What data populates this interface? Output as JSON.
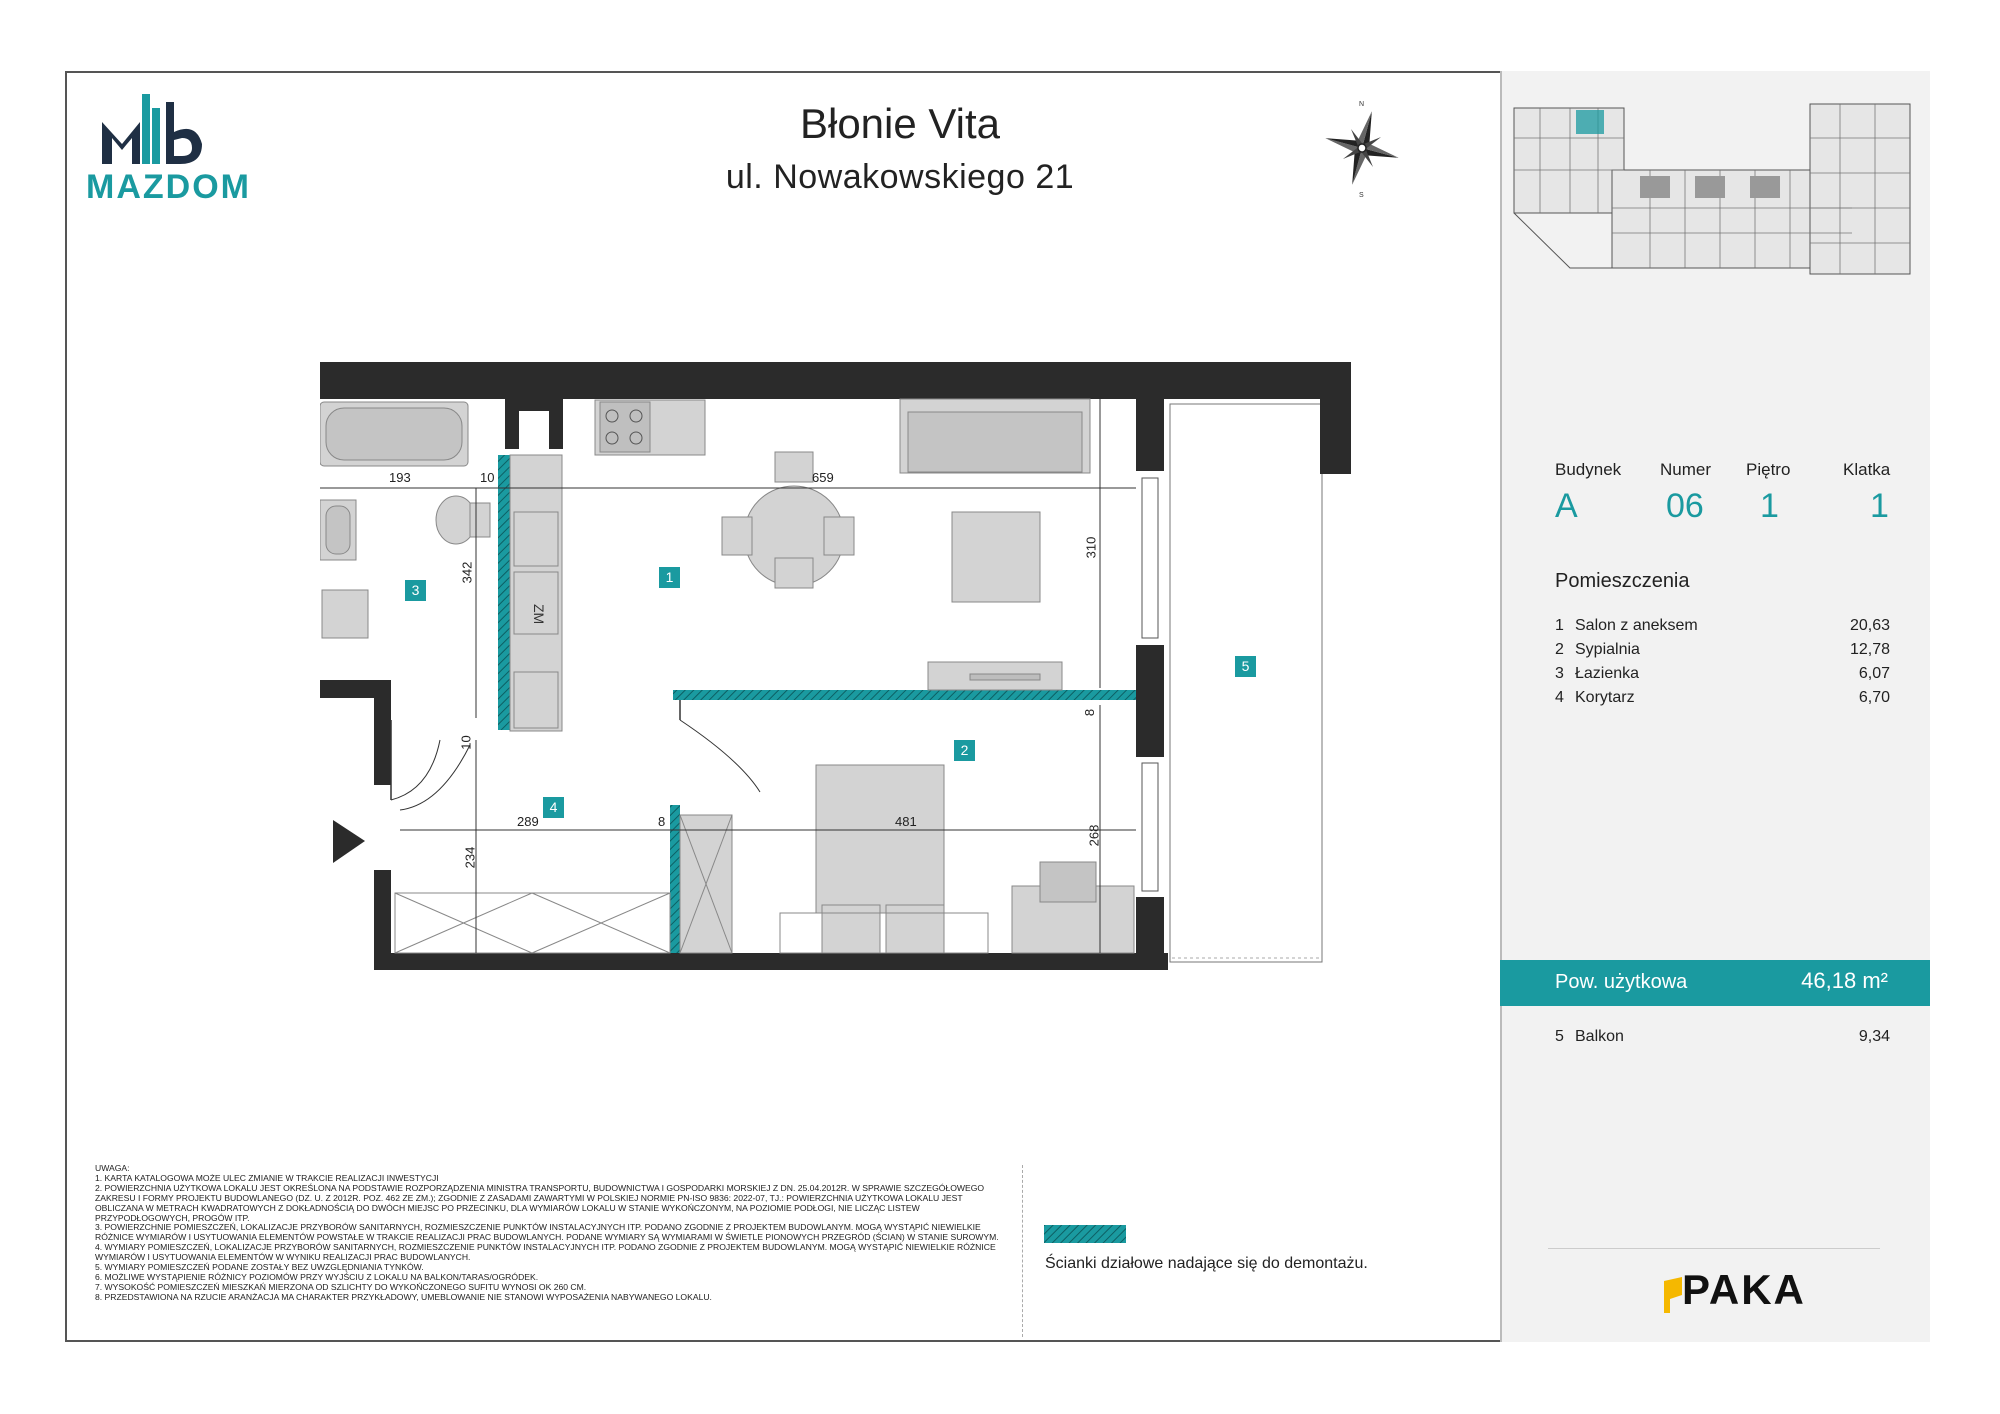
{
  "header": {
    "title": "Błonie Vita",
    "subtitle": "ul. Nowakowskiego 21"
  },
  "logo": {
    "brand": "MAZDOM"
  },
  "compass": {
    "north": "N",
    "south": "S"
  },
  "info": {
    "labels": [
      "Budynek",
      "Numer",
      "Piętro",
      "Klatka"
    ],
    "values": [
      "A",
      "06",
      "1",
      "1"
    ]
  },
  "rooms": {
    "title": "Pomieszczenia",
    "list": [
      {
        "num": "1",
        "name": "Salon z aneksem",
        "area": "20,63"
      },
      {
        "num": "2",
        "name": "Sypialnia",
        "area": "12,78"
      },
      {
        "num": "3",
        "name": "Łazienka",
        "area": "6,07"
      },
      {
        "num": "4",
        "name": "Korytarz",
        "area": "6,70"
      }
    ]
  },
  "usable_area": {
    "label": "Pow. użytkowa",
    "value": "46,18 m²"
  },
  "balcony": {
    "num": "5",
    "name": "Balkon",
    "area": "9,34"
  },
  "plan": {
    "room_tags": [
      "1",
      "2",
      "3",
      "4",
      "5"
    ],
    "dimensions": {
      "d193": "193",
      "d10a": "10",
      "d659": "659",
      "d342": "342",
      "d310": "310",
      "d10b": "10",
      "d8a": "8",
      "d289": "289",
      "d8b": "8",
      "d481": "481",
      "d234": "234",
      "d268": "268"
    },
    "fridge_label": "ZM"
  },
  "notes": {
    "heading": "UWAGA:",
    "items": [
      "1. KARTA KATALOGOWA MOŻE ULEC ZMIANIE W TRAKCIE REALIZACJI INWESTYCJI",
      "2. POWIERZCHNIA UŻYTKOWA LOKALU JEST OKREŚLONA NA PODSTAWIE ROZPORZĄDZENIA MINISTRA TRANSPORTU, BUDOWNICTWA I GOSPODARKI MORSKIEJ Z DN. 25.04.2012R. W SPRAWIE SZCZEGÓŁOWEGO ZAKRESU I FORMY PROJEKTU BUDOWLANEGO (DZ. U. Z 2012R. POZ. 462 ZE ZM.); ZGODNIE Z ZASADAMI ZAWARTYMI W POLSKIEJ NORMIE PN-ISO 9836: 2022-07, TJ.: POWIERZCHNIA UŻYTKOWA LOKALU JEST OBLICZANA W METRACH KWADRATOWYCH Z DOKŁADNOŚCIĄ DO DWÓCH MIEJSC PO PRZECINKU, DLA WYMIARÓW LOKALU W STANIE WYKOŃCZONYM, NA POZIOMIE PODŁOGI, NIE LICZĄC LISTEW PRZYPODŁOGOWYCH, PROGÓW ITP.",
      "3. POWIERZCHNIE POMIESZCZEŃ, LOKALIZACJE PRZYBORÓW SANITARNYCH, ROZMIESZCZENIE PUNKTÓW INSTALACYJNYCH ITP. PODANO ZGODNIE Z PROJEKTEM BUDOWLANYM. MOGĄ WYSTĄPIĆ NIEWIELKIE RÓŻNICE WYMIARÓW I USYTUOWANIA ELEMENTÓW POWSTAŁE W TRAKCIE REALIZACJI PRAC BUDOWLANYCH. PODANE WYMIARY SĄ WYMIARAMI W ŚWIETLE PIONOWYCH PRZEGRÓD (ŚCIAN) W STANIE SUROWYM.",
      "4. WYMIARY POMIESZCZEŃ, LOKALIZACJE PRZYBORÓW SANITARNYCH, ROZMIESZCZENIE PUNKTÓW INSTALACYJNYCH ITP. PODANO ZGODNIE Z PROJEKTEM BUDOWLANYM. MOGĄ WYSTĄPIĆ NIEWIELKIE RÓŻNICE WYMIARÓW I USYTUOWANIA ELEMENTÓW W WYNIKU REALIZACJI PRAC BUDOWLANYCH.",
      "5. WYMIARY POMIESZCZEŃ PODANE ZOSTAŁY BEZ UWZGLĘDNIANIA TYNKÓW.",
      "6. MOŻLIWE WYSTĄPIENIE RÓŻNICY POZIOMÓW PRZY WYJŚCIU Z LOKALU NA BALKON/TARAS/OGRÓDEK.",
      "7. WYSOKOŚĆ POMIESZCZEŃ MIESZKAŃ MIERZONA OD SZLICHTY DO WYKOŃCZONEGO SUFITU WYNOSI OK 260 CM.",
      "8. PRZEDSTAWIONA NA RZUCIE ARANŻACJA MA CHARAKTER PRZYKŁADOWY, UMEBLOWANIE NIE STANOWI WYPOSAŻENIA NABYWANEGO LOKALU."
    ]
  },
  "legend": {
    "text": "Ścianki działowe nadające się do demontażu."
  },
  "developer": {
    "brand": "PAKA"
  },
  "colors": {
    "accent": "#1a9aa0",
    "wall": "#2b2b2b"
  }
}
